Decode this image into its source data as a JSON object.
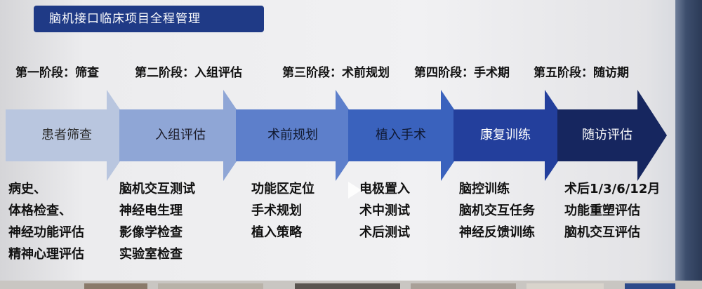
{
  "title": "脑机接口临床项目全程管理",
  "stages": [
    {
      "label": "第一阶段：筛查"
    },
    {
      "label": "第二阶段：入组评估"
    },
    {
      "label": "第三阶段：术前规划"
    },
    {
      "label": "第四阶段：手术期"
    },
    {
      "label": "第五阶段：随访期"
    }
  ],
  "steps": [
    {
      "label": "患者筛查",
      "color": "#b9c6df",
      "text_color": "#2a2a2a"
    },
    {
      "label": "入组评估",
      "color": "#8fa6d6",
      "text_color": "#1d1d2b"
    },
    {
      "label": "术前规划",
      "color": "#5d7fcb",
      "text_color": "#10182e"
    },
    {
      "label": "植入手术",
      "color": "#3a62bd",
      "text_color": "#0e1730"
    },
    {
      "label": "康复训练",
      "color": "#233f9c",
      "text_color": "#ffffff"
    },
    {
      "label": "随访评估",
      "color": "#16265f",
      "text_color": "#ffffff"
    }
  ],
  "details": [
    [
      "病史、",
      "体格检查、",
      "神经功能评估",
      "精神心理评估"
    ],
    [
      "脑机交互测试",
      "神经电生理",
      "影像学检查",
      "实验室检查"
    ],
    [
      "功能区定位",
      "手术规划",
      "植入策略"
    ],
    [
      "电极置入",
      "术中测试",
      "术后测试"
    ],
    [
      "脑控训练",
      "脑机交互任务",
      "神经反馈训练"
    ],
    [
      "术后1/3/6/12月",
      "功能重塑评估",
      "脑机交互评估"
    ]
  ]
}
